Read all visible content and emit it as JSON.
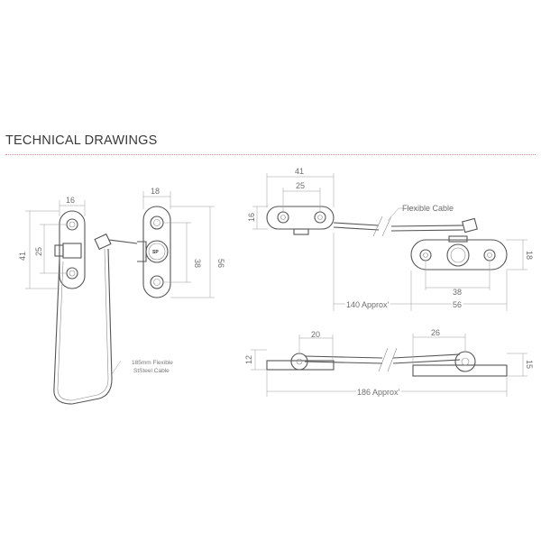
{
  "header": {
    "title": "TECHNICAL DRAWINGS"
  },
  "colors": {
    "divider": "#d98a8a",
    "line": "#555555",
    "text": "#6e6e6e"
  },
  "left_view": {
    "dim_width_left": "16",
    "dim_height_41": "41",
    "dim_25": "25",
    "dim_width_right": "18",
    "dim_38": "38",
    "dim_56": "56",
    "logo": "SP",
    "cable_note_line1": "185mm Flexible",
    "cable_note_line2": "StSteel Cable"
  },
  "top_view": {
    "dim_41": "41",
    "dim_25": "25",
    "dim_16": "16",
    "cable_label": "Flexible Cable",
    "dim_18": "18",
    "dim_38": "38",
    "dim_140": "140 Approx'",
    "dim_56": "56"
  },
  "side_view": {
    "dim_20": "20",
    "dim_26": "26",
    "dim_12": "12",
    "dim_15": "15",
    "dim_186": "186 Approx'"
  }
}
